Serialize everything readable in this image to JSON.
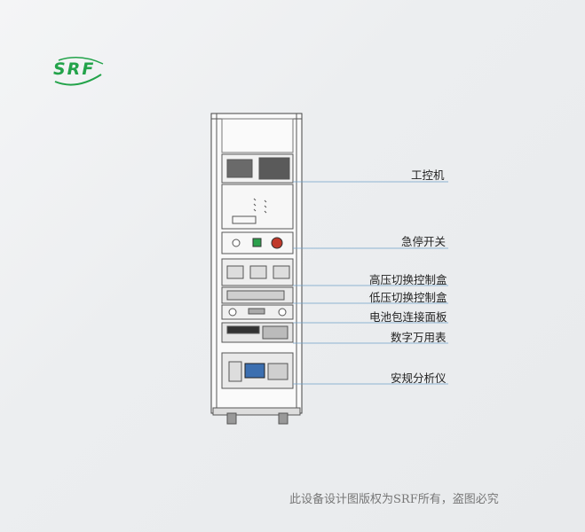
{
  "brand": {
    "logo_text": "SRF",
    "accent": "#23a34a"
  },
  "labels": [
    "工控机",
    "急停开关",
    "高压切换控制盒",
    "低压切换控制盒",
    "电池包连接面板",
    "数字万用表",
    "安规分析仪"
  ],
  "footer": "此设备设计图版权为SRF所有，盗图必究"
}
